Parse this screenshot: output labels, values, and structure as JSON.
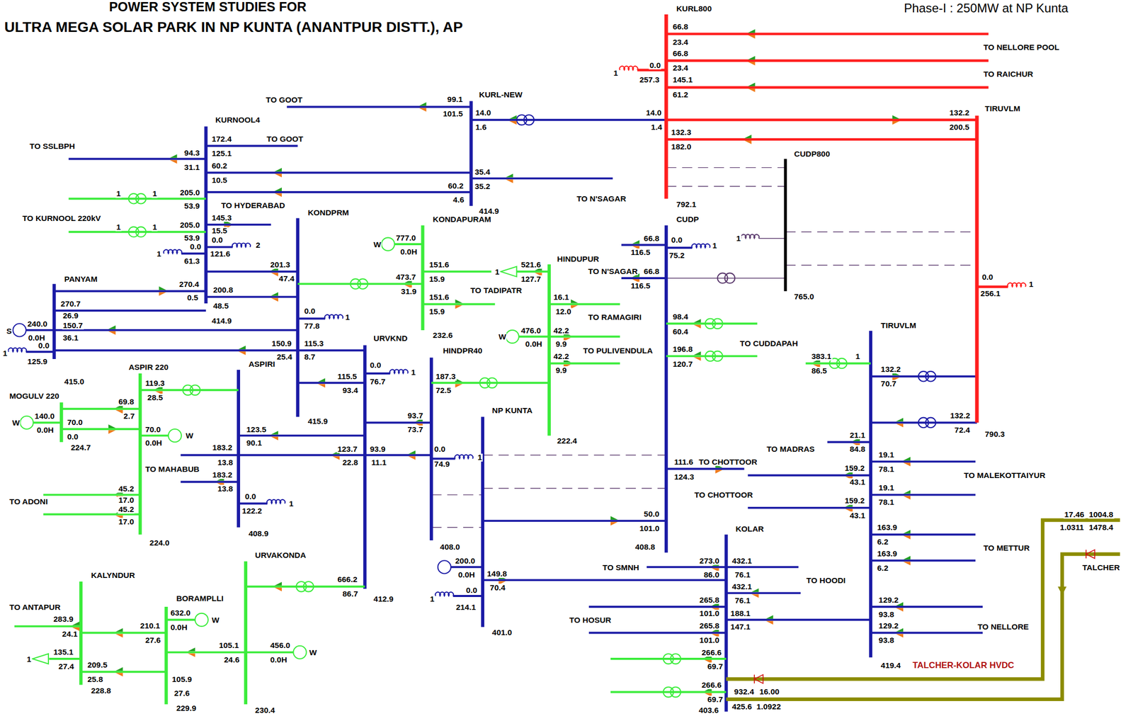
{
  "diagram": {
    "title": "ULTRA MEGA SOLAR PARK IN NP KUNTA (ANANTPUR DISTT.), AP",
    "labels": [
      "POWER SYSTEM STUDIES FOR",
      "Phase-I : 250MW at NP Kunta",
      "KURL800",
      "66.8",
      "23.4",
      "66.8",
      "23.4",
      "145.1",
      "61.2",
      "TO NELLORE POOL",
      "TO RAICHUR",
      "1",
      "0.0",
      "257.3",
      "14.0",
      "1.4",
      "132.2",
      "200.5",
      "TIRUVLM",
      "132.3",
      "182.0",
      "792.1",
      "CUDP800",
      "765.0",
      "1",
      "0.0",
      "256.1",
      "1",
      "790.3",
      "KURL-NEW",
      "TO GOOT",
      "99.1",
      "101.5",
      "14.0",
      "1.6",
      "35.4",
      "35.2",
      "TO N'SAGAR",
      "60.2",
      "4.6",
      "414.9",
      "KURNOOL4",
      "172.4",
      "TO GOOT",
      "125.1",
      "TO SSLBPH",
      "94.3",
      "31.1",
      "60.2",
      "10.5",
      "1",
      "1",
      "205.0",
      "53.9",
      "TO HYDERABAD",
      "TO KURNOOL 220kV",
      "1",
      "1",
      "205.0",
      "145.3",
      "15.5",
      "53.9",
      "0.0",
      "0.0",
      "2",
      "1",
      "121.6",
      "61.3",
      "201.3",
      "47.4",
      "270.4",
      "200.8",
      "0.5",
      "48.5",
      "414.9",
      "PANYAM",
      "270.7",
      "26.9",
      "S",
      "240.0",
      "150.7",
      "0.0H",
      "36.1",
      "1",
      "0.0",
      "125.9",
      "415.0",
      "150.9",
      "115.3",
      "25.4",
      "8.7",
      "KONDPRM",
      "0.0",
      "77.8",
      "1",
      "473.7",
      "31.9",
      "115.5",
      "93.4",
      "415.9",
      "KONDAPURAM",
      "W",
      "777.0",
      "0.0H",
      "151.6",
      "15.9",
      "1",
      "521.6",
      "127.7",
      "HINDUPUR",
      "TO N'SAGAR",
      "151.6",
      "15.9",
      "TO TADIPATR",
      "232.6",
      "16.1",
      "12.0",
      "TO RAMAGIRI",
      "W",
      "476.0",
      "0.0H",
      "42.2",
      "9.9",
      "TO PULIVENDULA",
      "42.2",
      "9.9",
      "222.4",
      "URVKND",
      "HINDPR40",
      "0.0",
      "76.7",
      "1",
      "187.3",
      "72.5",
      "NP KUNTA",
      "93.7",
      "73.7",
      "0.0",
      "74.9",
      "1",
      "123.7",
      "22.8",
      "93.9",
      "11.1",
      "408.0",
      "666.2",
      "86.7",
      "412.9",
      "ASPIRI",
      "119.3",
      "28.5",
      "123.5",
      "90.1",
      "183.2",
      "13.8",
      "TO MAHABUB",
      "183.2",
      "13.8",
      "0.0",
      "122.2",
      "1",
      "408.9",
      "ASPIR 220",
      "MOGULV 220",
      "69.8",
      "2.7",
      "W",
      "140.0",
      "0.0H",
      "70.0",
      "0.0",
      "70.0",
      "0.0H",
      "W",
      "224.7",
      "TO ADONI",
      "45.2",
      "17.0",
      "45.2",
      "17.0",
      "224.0",
      "200.0",
      "0.0H",
      "149.8",
      "70.4",
      "1",
      "0.0",
      "214.1",
      "401.0",
      "CUDP",
      "66.8",
      "0.0",
      "1",
      "116.5",
      "75.2",
      "66.8",
      "116.5",
      "98.4",
      "60.4",
      "TO CUDDAPAH",
      "196.8",
      "120.7",
      "111.6",
      "TO CHOTTOOR",
      "124.3",
      "TO CHOTTOOR",
      "50.0",
      "101.0",
      "408.8",
      "TIRUVLM",
      "383.1",
      "1",
      "86.5",
      "132.2",
      "70.7",
      "132.2",
      "72.4",
      "21.1",
      "TO MADRAS",
      "84.8",
      "19.1",
      "78.1",
      "159.2",
      "TO MALEKOTTAIYUR",
      "43.1",
      "19.1",
      "159.2",
      "78.1",
      "43.1",
      "163.9",
      "6.2",
      "TO METTUR",
      "163.9",
      "6.2",
      "129.2",
      "93.8",
      "TO NELLORE",
      "129.2",
      "93.8",
      "419.4",
      "TALCHER-KOLAR HVDC",
      "KOLAR",
      "TO SMNH",
      "273.0",
      "432.1",
      "86.0",
      "76.1",
      "TO HOODI",
      "432.1",
      "265.8",
      "76.1",
      "101.0",
      "188.1",
      "TO HOSUR",
      "265.8",
      "147.1",
      "101.0",
      "266.6",
      "69.7",
      "266.6",
      "932.4",
      "16.00",
      "69.7",
      "425.6",
      "1.0922",
      "403.6",
      "17.46",
      "1004.8",
      "1.0311",
      "1478.4",
      "TALCHER",
      "URVAKONDA",
      "KALYNDUR",
      "BORAMPLLI",
      "TO ANTAPUR",
      "632.0",
      "W",
      "283.9",
      "210.1",
      "0.0H",
      "24.1",
      "27.6",
      "105.1",
      "456.0",
      "W",
      "135.1",
      "1",
      "0.0H",
      "24.6",
      "209.5",
      "27.4",
      "105.9",
      "25.8",
      "228.8",
      "27.6",
      "229.9",
      "230.4"
    ]
  }
}
